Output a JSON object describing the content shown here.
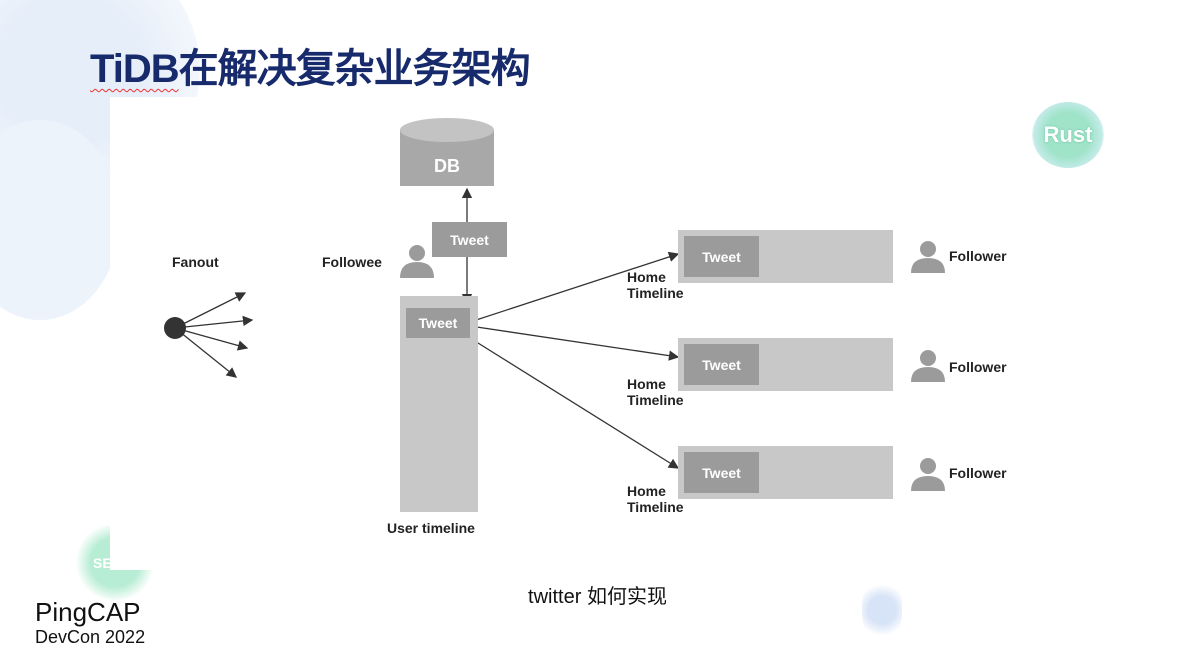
{
  "slide": {
    "title_latin": "TiDB",
    "title_cn": "在解决复杂业务架构",
    "subtitle": "twitter 如何实现",
    "brand": {
      "name": "PingCAP",
      "event": "DevCon 2022"
    },
    "decor_badges": [
      "Rust",
      "SE"
    ]
  },
  "diagram": {
    "db_label": "DB",
    "tweet_label": "Tweet",
    "fanout_label": "Fanout",
    "followee_label": "Followee",
    "user_timeline_label": "User timeline",
    "home_timelines": [
      {
        "label_line1": "Home",
        "label_line2": "Timeline",
        "tweet": "Tweet",
        "follower": "Follower"
      },
      {
        "label_line1": "Home",
        "label_line2": "Timeline",
        "tweet": "Tweet",
        "follower": "Follower"
      },
      {
        "label_line1": "Home",
        "label_line2": "Timeline",
        "tweet": "Tweet",
        "follower": "Follower"
      }
    ]
  },
  "colors": {
    "title": "#172a6b",
    "box_dark": "#9b9b9b",
    "box_light": "#c8c8c8"
  }
}
